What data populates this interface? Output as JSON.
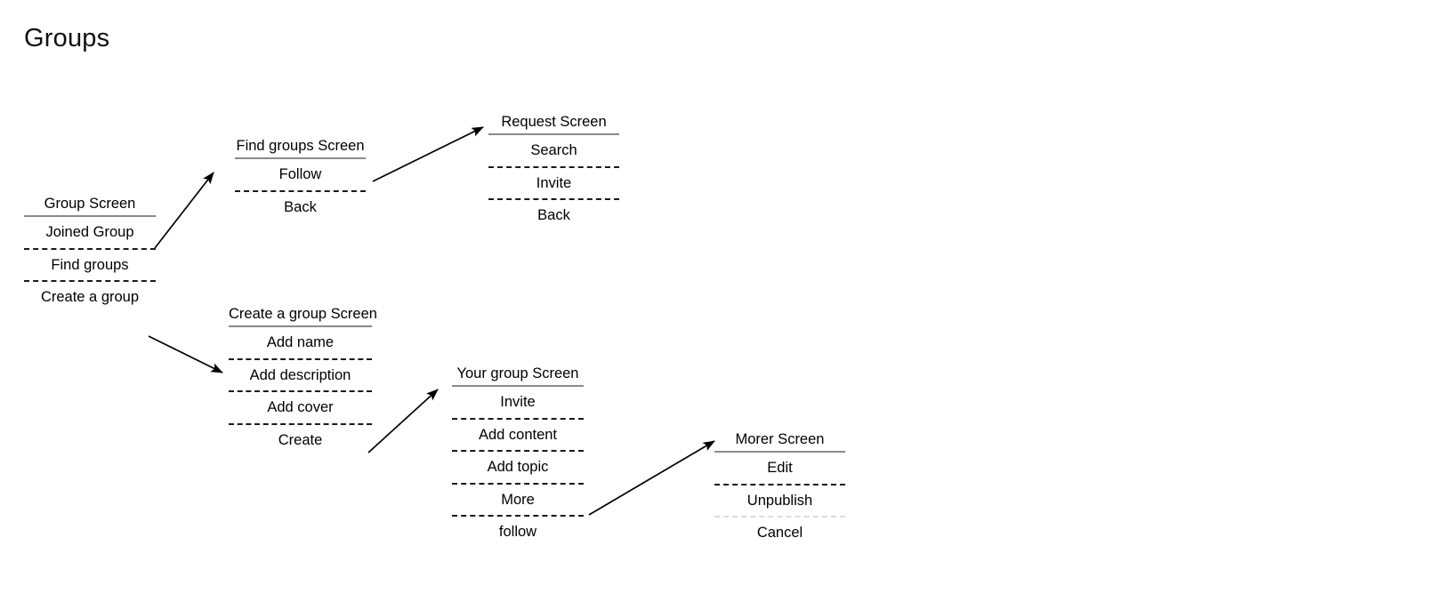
{
  "page": {
    "title": "Groups"
  },
  "screens": [
    {
      "id": "group-screen",
      "header": "Group Screen",
      "rows": [
        "Joined Group",
        "Find groups",
        "Create a group"
      ]
    },
    {
      "id": "find-groups-screen",
      "header": "Find groups Screen",
      "rows": [
        "Follow",
        "Back"
      ]
    },
    {
      "id": "request-screen",
      "header": "Request Screen",
      "rows": [
        "Search",
        "Invite",
        "Back"
      ]
    },
    {
      "id": "create-a-group-screen",
      "header": "Create a group Screen",
      "rows": [
        "Add name",
        "Add description",
        "Add cover",
        "Create"
      ]
    },
    {
      "id": "your-group-screen",
      "header": "Your group Screen",
      "rows": [
        "Invite",
        "Add content",
        "Add topic",
        "More",
        "follow"
      ]
    },
    {
      "id": "morer-screen",
      "header": "Morer Screen",
      "rows": [
        "Edit",
        "Unpublish",
        "Cancel"
      ]
    }
  ],
  "connectors": [
    {
      "id": "group-to-find-groups",
      "from": "Find groups",
      "to": "Find groups Screen"
    },
    {
      "id": "follow-to-request",
      "from": "Follow",
      "to": "Request Screen"
    },
    {
      "id": "group-to-create-a-group",
      "from": "Create a group",
      "to": "Create a group Screen"
    },
    {
      "id": "create-to-your-group",
      "from": "Create",
      "to": "Your group Screen"
    },
    {
      "id": "more-to-morer",
      "from": "More",
      "to": "Morer Screen"
    }
  ],
  "colors": {
    "header_rule": "#8a8a8a",
    "row_divider": "#1a1a1a",
    "arrow": "#000000",
    "text": "#111111",
    "background": "#ffffff"
  }
}
